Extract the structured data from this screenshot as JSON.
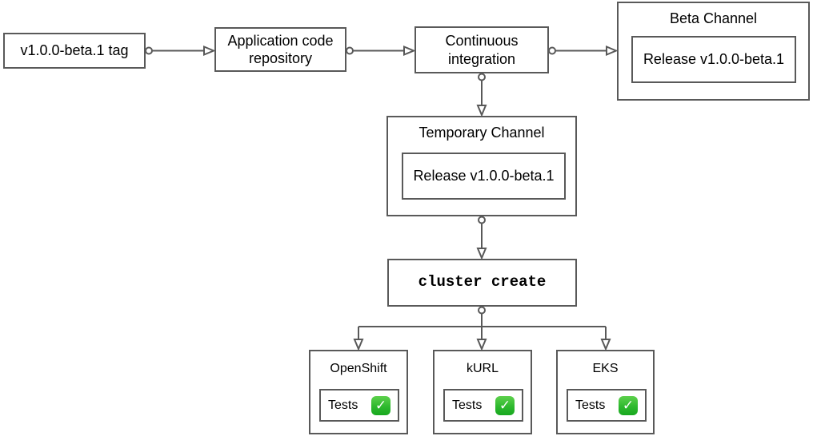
{
  "diagram": {
    "nodes": {
      "tag": {
        "label": "v1.0.0-beta.1 tag"
      },
      "repo": {
        "label": "Application code repository"
      },
      "ci": {
        "label": "Continuous integration"
      },
      "beta_channel": {
        "title": "Beta Channel",
        "release_label": "Release v1.0.0-beta.1"
      },
      "temporary_channel": {
        "title": "Temporary Channel",
        "release_label": "Release v1.0.0-beta.1"
      },
      "cluster_create": {
        "label": "cluster create"
      },
      "platforms": [
        {
          "name": "OpenShift",
          "tests_label": "Tests",
          "status_icon": "check-mark-button",
          "status": "passed"
        },
        {
          "name": "kURL",
          "tests_label": "Tests",
          "status_icon": "check-mark-button",
          "status": "passed"
        },
        {
          "name": "EKS",
          "tests_label": "Tests",
          "status_icon": "check-mark-button",
          "status": "passed"
        }
      ]
    },
    "colors": {
      "border": "#595959",
      "connector": "#595959",
      "text": "#000000",
      "background": "#ffffff",
      "check_green": "#2eb92e",
      "check_glyph": "#ffffff"
    }
  }
}
